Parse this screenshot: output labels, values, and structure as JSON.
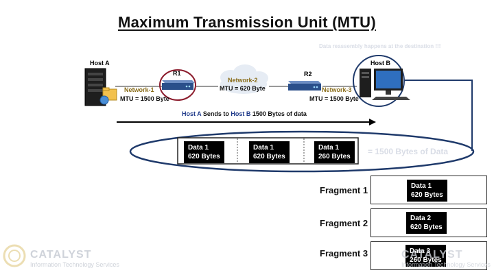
{
  "title": "Maximum Transmission Unit (MTU)",
  "hosts": {
    "host_a": "Host A",
    "host_b": "Host B"
  },
  "routers": {
    "r1": "R1",
    "r2": "R2"
  },
  "networks": {
    "network1": {
      "name": "Network-1",
      "mtu": "MTU = 1500 Byte"
    },
    "network2": {
      "name": "Network-2",
      "mtu": "MTU = 620 Byte"
    },
    "network3": {
      "name": "Network-3",
      "mtu": "MTU = 1500 Byte"
    }
  },
  "send_text": {
    "host_a": "Host A",
    "middle": " Sends to ",
    "host_b": "Host B",
    "rest": " 1500 Bytes of data"
  },
  "reassembly_note": "Data reassembly happens at the destination !!!",
  "packet": {
    "segments": [
      {
        "line1": "Data 1",
        "line2": "620 Bytes"
      },
      {
        "line1": "Data 1",
        "line2": "620 Bytes"
      },
      {
        "line1": "Data 1",
        "line2": "260 Bytes"
      }
    ],
    "total": "= 1500 Bytes of Data"
  },
  "fragments": [
    {
      "label": "Fragment 1",
      "line1": "Data 1",
      "line2": "620 Bytes"
    },
    {
      "label": "Fragment 2",
      "line1": "Data 2",
      "line2": "620 Bytes"
    },
    {
      "label": "Fragment 3",
      "line1": "Data 3",
      "line2": "260 Bytes"
    }
  ],
  "watermark": {
    "name": "CATALYST",
    "sub": "Information Technology Services"
  },
  "colors": {
    "ellipse": "#1f3a6b",
    "router": "#2a4f8a",
    "router_circle": "#8b1a2b",
    "network_label": "#8a6d1a",
    "host_text": "#1f3a8a"
  }
}
